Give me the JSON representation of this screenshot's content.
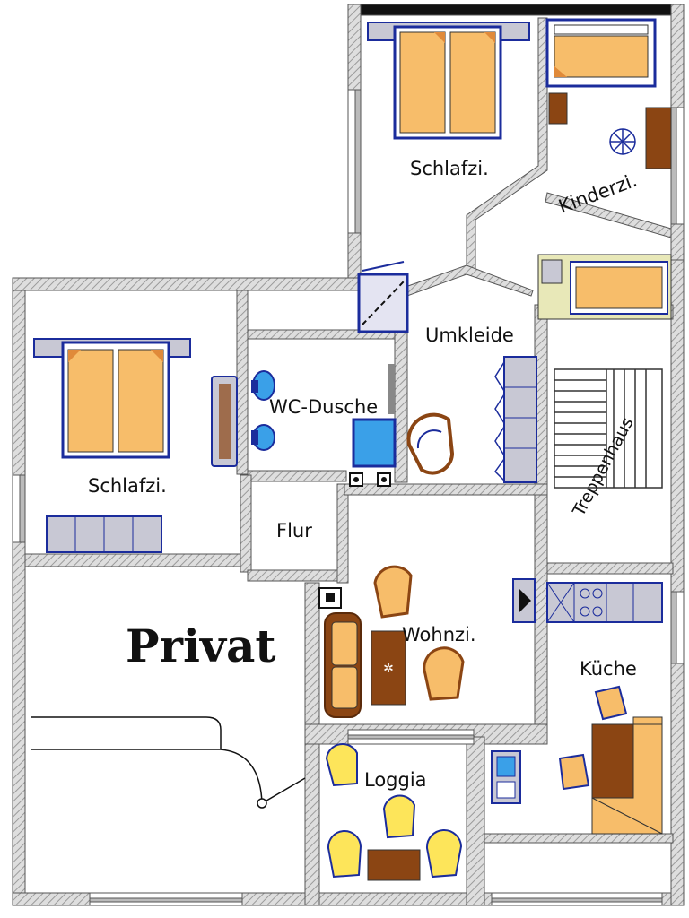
{
  "rooms": {
    "schlafzi_top": "Schlafzi.",
    "kinderzi": "Kinderzi.",
    "umkleide": "Umkleide",
    "wc_dusche": "WC-Dusche",
    "schlafzi_left": "Schlafzi.",
    "treppenhaus": "Treppenhaus",
    "flur": "Flur",
    "wohnzi": "Wohnzi.",
    "kueche": "Küche",
    "loggia": "Loggia"
  },
  "private_area": {
    "label": "Privat"
  },
  "colors": {
    "wall_fill": "#d9d9d9",
    "wall_hatch": "#999999",
    "furniture_orange": "#f7bd6a",
    "furniture_blue": "#1b2c9c",
    "furniture_brown": "#8b4513",
    "chair_yellow": "#fde55a",
    "sofa_grey": "#c8c8d4",
    "basin_cyan": "#3aa0e8"
  },
  "icons": [
    "bed-icon",
    "armchair-icon",
    "sofa-icon",
    "table-icon",
    "toilet-icon",
    "shower-icon",
    "stairs-icon",
    "stove-icon",
    "plant-icon"
  ]
}
